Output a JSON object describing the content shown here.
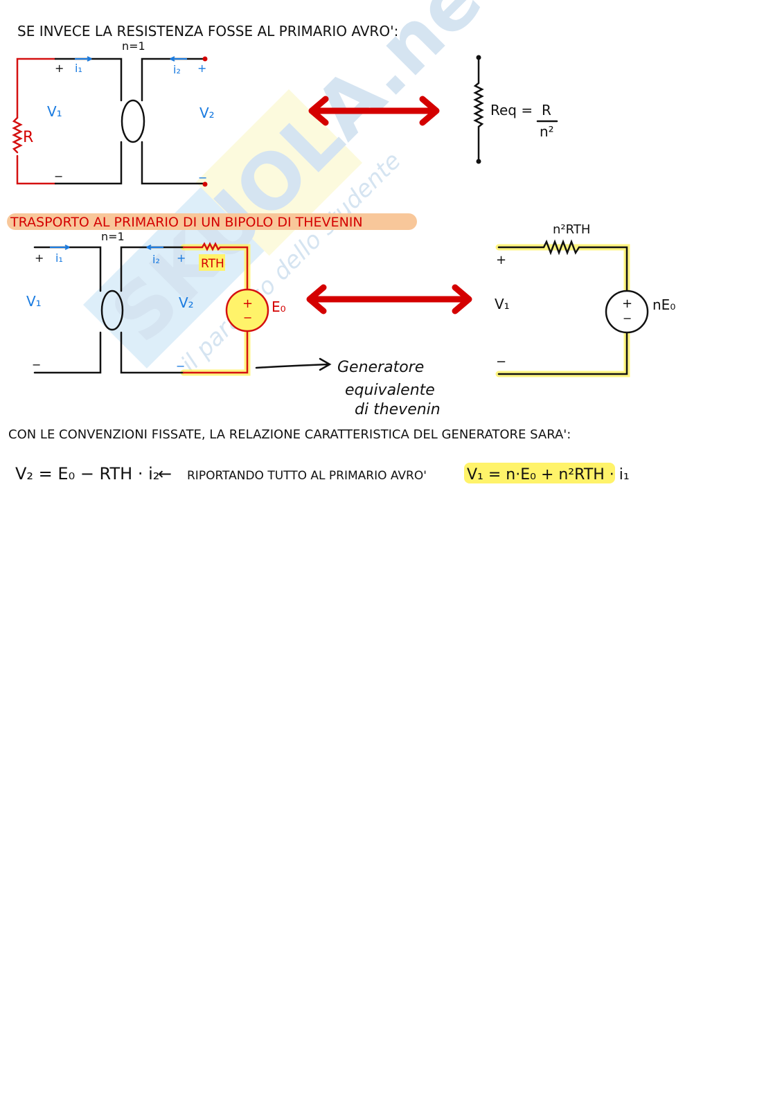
{
  "watermark": {
    "brand": "SKUOLA.net",
    "tagline": "il paradiso dello studente"
  },
  "section1": {
    "heading": "SE INVECE LA RESISTENZA FOSSE AL PRIMARIO AVRO':",
    "ratio": "n=1",
    "plus_left": "+",
    "plus_right": "+",
    "minus_left": "−",
    "minus_right": "−",
    "i1": "i₁",
    "i2": "i₂",
    "v1": "V₁",
    "v2": "V₂",
    "resistor": "R",
    "req_label": "Req =",
    "req_num": "R",
    "req_den": "n²"
  },
  "section2": {
    "heading": "TRASPORTO AL PRIMARIO DI UN BIPOLO DI THEVENIN",
    "ratio": "n=1",
    "plus_left": "+",
    "plus_right": "+",
    "minus_left": "−",
    "minus_right": "−",
    "i1": "i₁",
    "i2": "i₂",
    "v1": "V₁",
    "v2": "V₂",
    "rth": "RTH",
    "source": "E₀",
    "src_plus": "+",
    "src_minus": "−",
    "note": [
      "Generatore",
      "equivalente",
      "di thevenin"
    ],
    "eq_resistor": "n²RTH",
    "eq_plus": "+",
    "eq_minus": "−",
    "eq_v1": "V₁",
    "eq_source": "nE₀",
    "eq_src_plus": "+",
    "eq_src_minus": "−"
  },
  "relation": {
    "intro": "CON LE CONVENZIONI FISSATE, LA RELAZIONE CARATTERISTICA DEL GENERATORE SARA':",
    "eq1": "V₂ = E₀ − RTH · i₂",
    "arrow": "←",
    "middle": "RIPORTANDO TUTTO AL PRIMARIO AVRO'",
    "eq2": "V₁ = n·E₀ + n²RTH · i₁"
  },
  "colors": {
    "red": "#d40000",
    "blue": "#1a7be0",
    "highlight": "#fff36a",
    "orange": "#f8c79a"
  }
}
